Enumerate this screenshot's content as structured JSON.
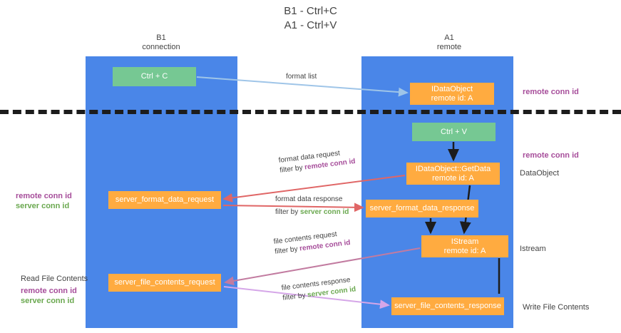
{
  "title": {
    "line1": "B1 - Ctrl+C",
    "line2": "A1 - Ctrl+V"
  },
  "columns": {
    "left": {
      "name": "B1",
      "role": "connection"
    },
    "right": {
      "name": "A1",
      "role": "remote"
    }
  },
  "nodes": {
    "ctrl_c": {
      "label": "Ctrl + C",
      "color": "#76c893"
    },
    "idataobject": {
      "line1": "IDataObject",
      "line2": "remote id: A",
      "color": "#ffab40"
    },
    "ctrl_v": {
      "label": "Ctrl + V",
      "color": "#76c893"
    },
    "getdata": {
      "line1": "IDataObject::GetData",
      "line2": "remote id: A",
      "color": "#ffab40"
    },
    "server_format_data_request": {
      "label": "server_format_data_request",
      "color": "#ffab40"
    },
    "server_format_data_response": {
      "label": "server_format_data_response",
      "color": "#ffab40"
    },
    "istream": {
      "line1": "IStream",
      "line2": "remote id: A",
      "color": "#ffab40"
    },
    "server_file_contents_request": {
      "label": "server_file_contents_request",
      "color": "#ffab40"
    },
    "server_file_contents_response": {
      "label": "server_file_contents_response",
      "color": "#ffab40"
    }
  },
  "edge_labels": {
    "format_list": "format list",
    "format_data_request": "format data request",
    "filter_by": "filter by ",
    "remote_conn_id": "remote conn id",
    "server_conn_id": "server conn id",
    "format_data_response": "format data response",
    "file_contents_request": "file contents request",
    "file_contents_response": "file contents response"
  },
  "side_labels": {
    "remote_conn_id_top": "remote conn id",
    "remote_conn_id_mid": "remote conn id",
    "dataobject": "DataObject",
    "istream": "Istream",
    "write_file_contents": "Write File Contents",
    "read_file_contents": "Read File Contents",
    "left_remote_conn_id": "remote conn id",
    "left_server_conn_id": "server conn id"
  },
  "colors": {
    "lane": "#4a86e8",
    "green_node": "#76c893",
    "orange_node": "#ffab40",
    "purple_text": "#a64d9a",
    "green_text": "#6aa84f",
    "arrow_blue": "#9fc5e8",
    "arrow_red": "#e06666",
    "arrow_magenta": "#c27ba0",
    "arrow_violet": "#d5a6e8",
    "arrow_dark": "#1c1c1c",
    "divider": "#1c1c1c"
  }
}
